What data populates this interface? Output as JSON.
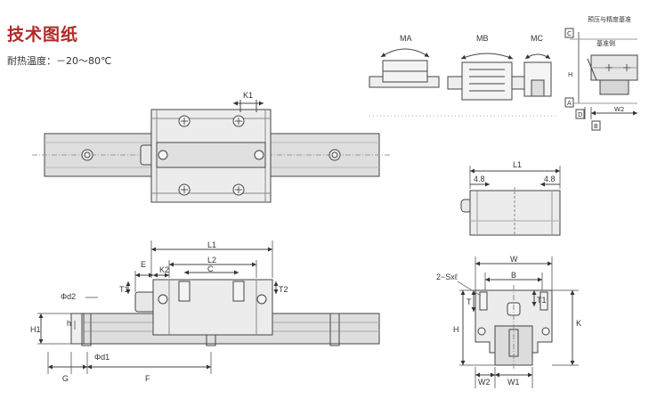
{
  "title": "技术图纸",
  "heat_resistance": "耐热温度：－20～80℃",
  "moments": {
    "ma": "MA",
    "mb": "MB",
    "mc": "MC"
  },
  "reference": {
    "title": "预压与精度基准",
    "side": "基准侧",
    "c": "C",
    "h": "H",
    "a": "A",
    "d": "D",
    "w2": "W2",
    "b": "B"
  },
  "top_view": {
    "k1": "K1"
  },
  "side_view": {
    "l1": "L1",
    "l2": "L2",
    "c": "C",
    "e": "E",
    "k2": "K2",
    "t1": "T1",
    "t2": "T2",
    "d2": "Φd2",
    "h": "h",
    "h1": "H1",
    "d1": "Φd1",
    "g": "G",
    "f": "F"
  },
  "end_view": {
    "l1": "L1",
    "dim_left": "4.8",
    "dim_right": "4.8"
  },
  "front_view": {
    "sxl": "2−Sxℓ",
    "w": "W",
    "b": "B",
    "t": "T",
    "t1": "T1",
    "h": "H",
    "k": "K",
    "w2": "W2",
    "w1": "W1"
  },
  "colors": {
    "title": "#b02a2a",
    "line": "#333333",
    "rail": "#dcdcdc",
    "block": "#e4e4e4"
  }
}
